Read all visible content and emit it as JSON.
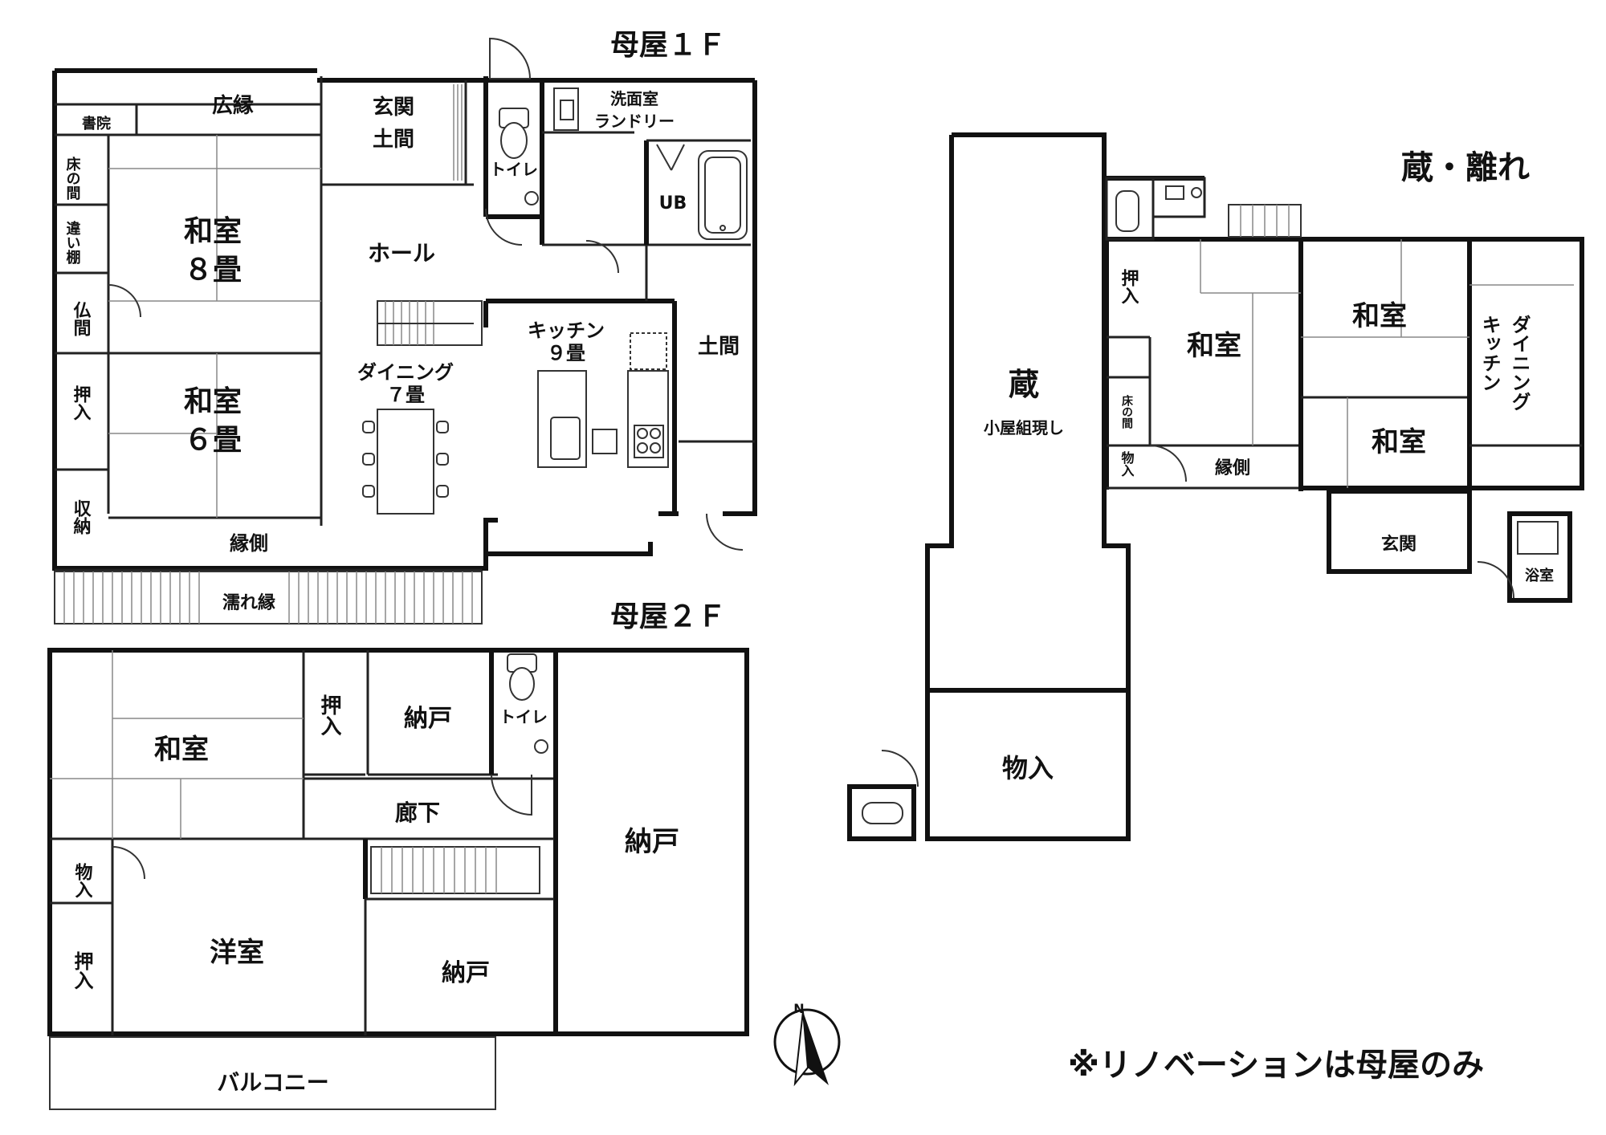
{
  "titles": {
    "main1f": "母屋１Ｆ",
    "main2f": "母屋２Ｆ",
    "annex": "蔵・離れ",
    "note": "※リノベーションは母屋のみ"
  },
  "compass": {
    "north": "N"
  },
  "floor1": {
    "hiroen": "広縁",
    "shoin": "書院",
    "tokonoma": "床の間",
    "chigaidana": "違い棚",
    "butsuma": "仏間",
    "washitsu8": "和室",
    "washitsu8_size": "８畳",
    "oshiire": "押入",
    "washitsu6": "和室",
    "washitsu6_size": "６畳",
    "shuno": "収納",
    "engawa": "縁側",
    "nureen": "濡れ縁",
    "genkan": "玄関",
    "doma": "土間",
    "toilet": "トイレ",
    "senmenjo": "洗面室",
    "laundry": "ランドリー",
    "ub": "UB",
    "hall": "ホール",
    "kitchen": "キッチン",
    "kitchen_size": "９畳",
    "dining": "ダイニング",
    "dining_size": "７畳",
    "doma_side": "土間"
  },
  "floor2": {
    "washitsu": "和室",
    "oshiire": "押入",
    "nando1": "納戸",
    "toilet": "トイレ",
    "roka": "廊下",
    "nando_large": "納戸",
    "monoire": "物入",
    "oshiire2": "押入",
    "yoshitsu": "洋室",
    "nando2": "納戸",
    "balcony": "バルコニー"
  },
  "annex": {
    "kura": "蔵",
    "koyagumi": "小屋組現し",
    "monoire": "物入",
    "oshiire": "押入",
    "tokonoma": "床の間",
    "monoire_small": "物入",
    "washitsu_a": "和室",
    "engawa": "縁側",
    "washitsu_b": "和室",
    "washitsu_c": "和室",
    "dining_kitchen_1": "ダイニング",
    "dining_kitchen_2": "キッチン",
    "genkan": "玄関",
    "yokushitsu": "浴室"
  }
}
